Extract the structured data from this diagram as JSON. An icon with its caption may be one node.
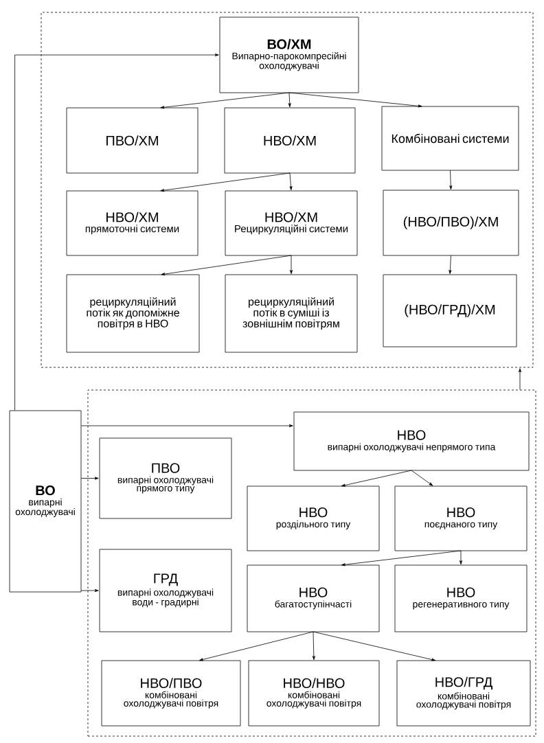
{
  "diagram": {
    "nodes": [
      {
        "text": [],
        "shape": "box"
      },
      {
        "text": [
          "ВО/ХМ",
          "Випарно-парокомпресійні охолоджувачі"
        ],
        "in": 0
      },
      {
        "text": [
          "ПВО/ХМ"
        ],
        "in": 0
      },
      {
        "text": [
          "НВО/ХМ"
        ],
        "in": 0
      },
      {
        "text": [
          "Комбіновані системи"
        ],
        "in": 0
      },
      {
        "text": [
          "НВО/ХМ",
          "прямоточні системи"
        ],
        "in": 0
      },
      {
        "text": [
          "НВО/ХМ",
          "Рециркуляційні системи"
        ],
        "in": 0
      },
      {
        "text": [
          "(НВО/ПВО)/ХМ"
        ],
        "in": 0
      },
      {
        "text": [
          "рециркуляційний потік як допоміжне повітря в НВО"
        ],
        "in": 0
      },
      {
        "text": [
          "рециркуляційний потік в суміші із зовнішнім повітрям"
        ],
        "in": 0
      },
      {
        "text": [
          "(НВО/ГРД)/ХМ"
        ],
        "in": 0
      },
      {
        "text": [],
        "shape": "box"
      },
      {
        "text": [
          "ВО",
          "випарні охолоджувачі"
        ]
      },
      {
        "text": [
          "ПВО",
          "випарні охолоджувачі прямого типу"
        ],
        "in": 11
      },
      {
        "text": [
          "ГРД",
          "випарні охолоджувачі води - градирні"
        ],
        "in": 11
      },
      {
        "text": [
          "НВО",
          "випарні охолоджувачі непрямого типа"
        ],
        "in": 11
      },
      {
        "text": [
          "НВО",
          "роздільного типу"
        ],
        "in": 11
      },
      {
        "text": [
          "НВО",
          "поєднаного типу"
        ],
        "in": 11
      },
      {
        "text": [
          "НВО",
          "багатоступінчасті"
        ],
        "in": 11
      },
      {
        "text": [
          "НВО",
          "регенеративного типу"
        ],
        "in": 11
      },
      {
        "text": [
          "НВО/ПВО",
          "комбіновані охолоджувачі повітря"
        ],
        "in": 11
      },
      {
        "text": [
          "НВО/НВО",
          "комбіновані охолоджувачі повітря"
        ],
        "in": 11
      },
      {
        "text": [
          "НВО/ГРД",
          "комбіновані охолоджувачі повітря"
        ],
        "in": 11
      }
    ],
    "edges": [
      {
        "from": 1,
        "to": 2,
        "arrow": "to"
      },
      {
        "from": 1,
        "to": 3,
        "arrow": "to"
      },
      {
        "from": 1,
        "to": 4,
        "arrow": "to"
      },
      {
        "from": 3,
        "to": 5,
        "arrow": "to"
      },
      {
        "from": 3,
        "to": 6,
        "arrow": "to"
      },
      {
        "from": 4,
        "to": 7,
        "arrow": "to"
      },
      {
        "from": 6,
        "to": 8,
        "arrow": "to"
      },
      {
        "from": 6,
        "to": 9,
        "arrow": "to"
      },
      {
        "from": 7,
        "to": 10,
        "arrow": "to"
      },
      {
        "from": 12,
        "to": 1,
        "arrow": "to"
      },
      {
        "from": 11,
        "to": 0,
        "arrow": "to"
      },
      {
        "from": 12,
        "to": 15,
        "arrow": "to"
      },
      {
        "from": 12,
        "to": 13,
        "arrow": "to"
      },
      {
        "from": 12,
        "to": 14,
        "arrow": "to"
      },
      {
        "from": 15,
        "to": 16,
        "arrow": "to"
      },
      {
        "from": 15,
        "to": 17,
        "arrow": "to"
      },
      {
        "from": 17,
        "to": 18,
        "arrow": "to"
      },
      {
        "from": 17,
        "to": 19,
        "arrow": "to"
      },
      {
        "from": 18,
        "to": 20,
        "arrow": "to"
      },
      {
        "from": 18,
        "to": 21,
        "arrow": "to"
      },
      {
        "from": 18,
        "to": 22,
        "arrow": "to"
      }
    ]
  }
}
